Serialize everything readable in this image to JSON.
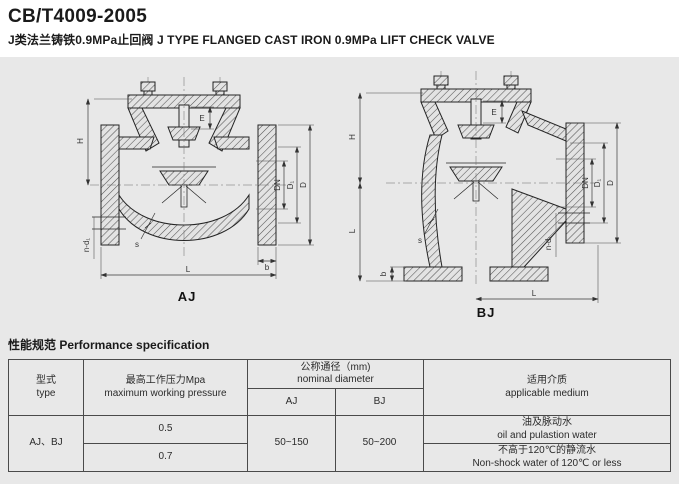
{
  "page": {
    "title": "CB/T4009-2005",
    "subtitle": "J类法兰铸铁0.9MPa止回阀 J TYPE FLANGED CAST IRON 0.9MPa LIFT CHECK VALVE"
  },
  "colors": {
    "page_background": "#ffffff",
    "content_background": "#e8e8e8",
    "line_color": "#242424"
  },
  "drawings": {
    "aj": {
      "caption": "AJ",
      "dims": {
        "H": "H",
        "L": "L",
        "DN": "DN",
        "D1": "D₁",
        "D": "D",
        "nd": "n-d₁",
        "b": "b",
        "E": "E",
        "S": "s"
      }
    },
    "bj": {
      "caption": "BJ",
      "dims": {
        "H": "H",
        "L_side": "L",
        "L_bottom": "L",
        "DN": "DN",
        "D1": "D₁",
        "D": "D",
        "nd": "n-d₁",
        "b": "b",
        "E": "E",
        "S": "s"
      }
    }
  },
  "spec": {
    "heading": "性能规范 Performance specification",
    "table": {
      "headers": {
        "type_zh": "型式",
        "type_en": "type",
        "pressure_zh": "最高工作压力Mpa",
        "pressure_en": "maximum working pressure",
        "dn_zh": "公称通径（mm)",
        "dn_en": "nominal diameter",
        "dn_aj": "AJ",
        "dn_bj": "BJ",
        "medium_zh": "适用介质",
        "medium_en": "applicable medium"
      },
      "body": {
        "type_value": "AJ、BJ",
        "pressure_row1": "0.5",
        "pressure_row2": "0.7",
        "dn_aj_value": "50~150",
        "dn_bj_value": "50~200",
        "medium_row1_zh": "油及脉动水",
        "medium_row1_en": "oil and pulastion water",
        "medium_row2_zh": "不高于120℃的静流水",
        "medium_row2_en": "Non-shock water of 120℃ or less"
      }
    }
  }
}
